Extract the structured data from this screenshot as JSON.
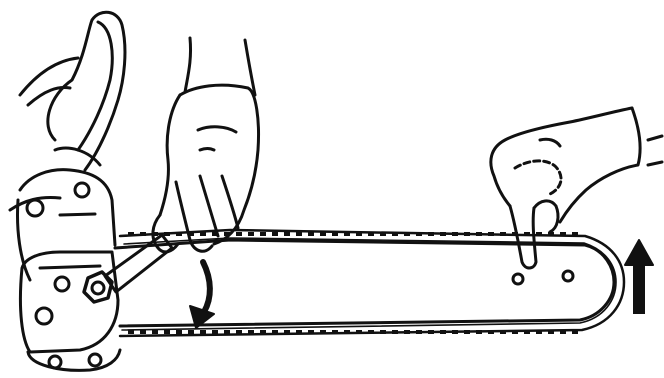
{
  "figure": {
    "kind": "line-art illustration",
    "ink_color": "#111111",
    "paper_color": "#ffffff",
    "elements": [
      {
        "name": "chainsaw-body",
        "label": ""
      },
      {
        "name": "left-gloved-hand-holding-wrench",
        "label": ""
      },
      {
        "name": "bar-nut-wrench",
        "label": ""
      },
      {
        "name": "guide-bar",
        "label": ""
      },
      {
        "name": "saw-chain",
        "label": ""
      },
      {
        "name": "right-gloved-hand-lifting-bar-tip",
        "label": ""
      },
      {
        "name": "rotation-arrow-icon",
        "label": ""
      },
      {
        "name": "up-arrow-icon",
        "label": ""
      }
    ]
  }
}
